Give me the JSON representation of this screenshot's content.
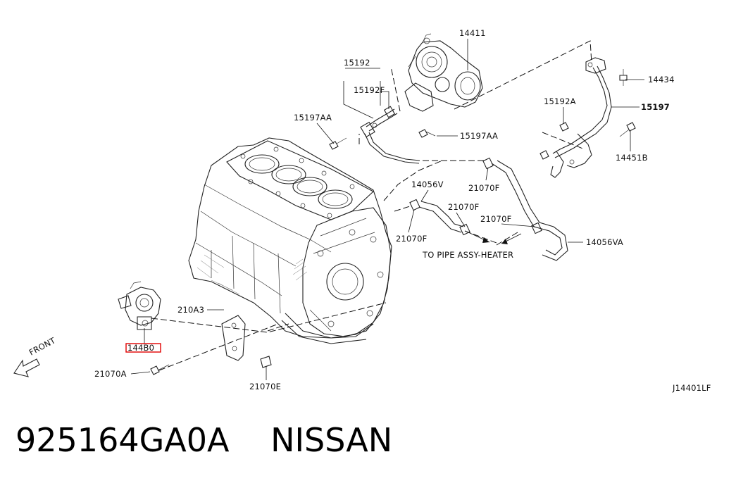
{
  "diagram": {
    "labels": {
      "l14411": "14411",
      "l15192": "15192",
      "l15192F": "15192F",
      "l15197AA_left": "15197AA",
      "l15197AA_mid": "15197AA",
      "l14434": "14434",
      "l15192A": "15192A",
      "l15197": "15197",
      "l14451B": "14451B",
      "l14056V": "14056V",
      "l21070F_a": "21070F",
      "l21070F_b": "21070F",
      "l21070F_c": "21070F",
      "l21070F_d": "21070F",
      "l14056VA": "14056VA",
      "to_pipe": "TO PIPE ASSY-HEATER",
      "l210A3": "210A3",
      "l144B0": "144B0",
      "l21070A": "21070A",
      "l21070E": "21070E",
      "front": "FRONT",
      "ref_code": "J14401LF"
    },
    "highlight_color": "#e00000"
  },
  "footer": {
    "part_number": "925164GA0A",
    "brand": "NISSAN"
  }
}
